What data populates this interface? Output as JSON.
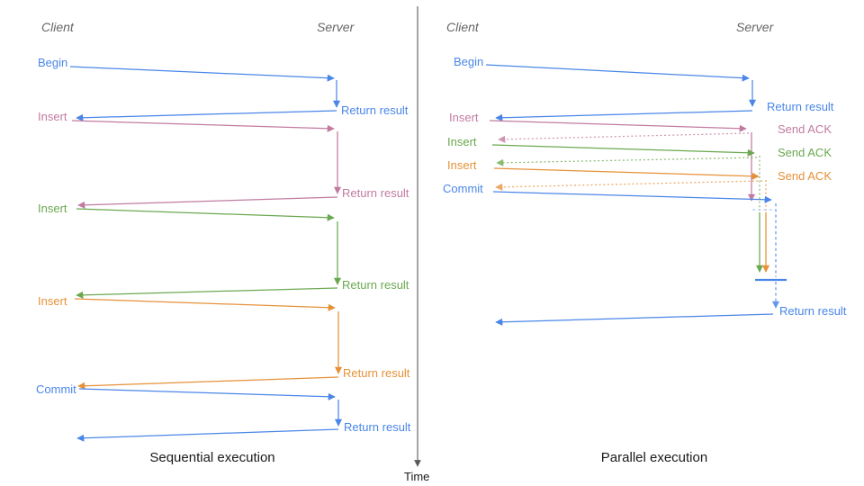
{
  "diagram": {
    "time_axis_label": "Time",
    "colors": {
      "blue": "#4a86e8",
      "pink": "#c27ba0",
      "green": "#6aa84f",
      "orange": "#e69138",
      "lightblue": "#a4c2f4",
      "gray": "#666666",
      "axis": "#595959",
      "ink": "#1a1a1a"
    },
    "left": {
      "title": "Sequential execution",
      "client": "Client",
      "server": "Server",
      "messages": [
        {
          "request": "Begin",
          "response": "Return result",
          "color": "#4a86e8"
        },
        {
          "request": "Insert",
          "response": "Return result",
          "color": "#c27ba0"
        },
        {
          "request": "Insert",
          "response": "Return result",
          "color": "#6aa84f"
        },
        {
          "request": "Insert",
          "response": "Return result",
          "color": "#e69138"
        },
        {
          "request": "Commit",
          "response": "Return result",
          "color": "#4a86e8"
        }
      ]
    },
    "right": {
      "title": "Parallel execution",
      "client": "Client",
      "server": "Server",
      "messages": [
        {
          "request": "Begin",
          "response": "Return result",
          "color": "#4a86e8"
        },
        {
          "request": "Insert",
          "response": "Send ACK",
          "color": "#c27ba0"
        },
        {
          "request": "Insert",
          "response": "Send ACK",
          "color": "#6aa84f"
        },
        {
          "request": "Insert",
          "response": "Send ACK",
          "color": "#e69138"
        },
        {
          "request": "Commit",
          "color": "#4a86e8"
        },
        {
          "response": "Return result",
          "color": "#4a86e8"
        }
      ]
    }
  }
}
